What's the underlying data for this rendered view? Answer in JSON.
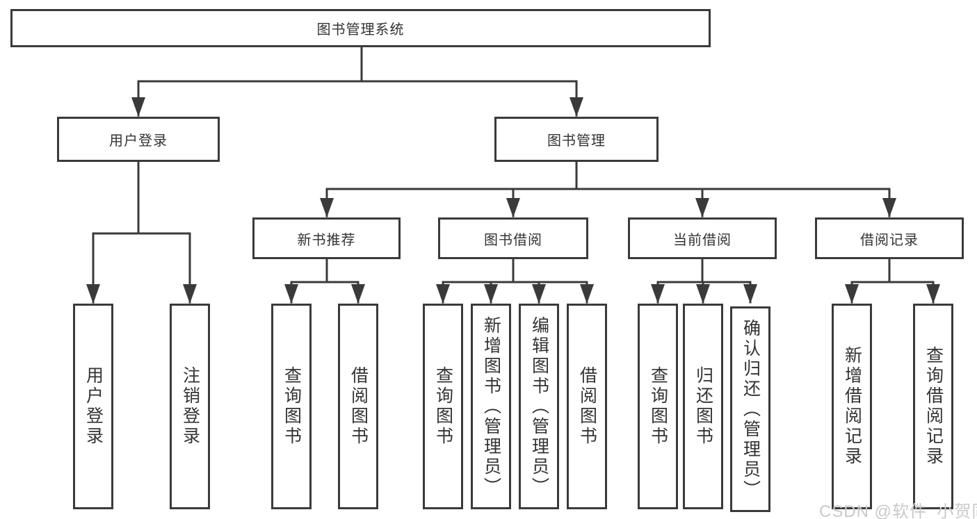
{
  "diagram": {
    "title": "图书管理系统",
    "root": {
      "label": "图书管理系统"
    },
    "level2": [
      {
        "label": "用户登录"
      },
      {
        "label": "图书管理"
      }
    ],
    "level3": [
      {
        "label": "新书推荐"
      },
      {
        "label": "图书借阅"
      },
      {
        "label": "当前借阅"
      },
      {
        "label": "借阅记录"
      }
    ],
    "leaves": [
      {
        "label": "用户登录",
        "parent": "用户登录"
      },
      {
        "label": "注销登录",
        "parent": "用户登录"
      },
      {
        "label": "查询图书",
        "parent": "新书推荐"
      },
      {
        "label": "借阅图书",
        "parent": "新书推荐"
      },
      {
        "label": "查询图书",
        "parent": "图书借阅"
      },
      {
        "label": "新增图书（管理员）",
        "parent": "图书借阅"
      },
      {
        "label": "编辑图书（管理员）",
        "parent": "图书借阅"
      },
      {
        "label": "借阅图书",
        "parent": "图书借阅"
      },
      {
        "label": "查询图书",
        "parent": "当前借阅"
      },
      {
        "label": "归还图书",
        "parent": "当前借阅"
      },
      {
        "label": "确认归还（管理员）",
        "parent": "当前借阅"
      },
      {
        "label": "新增借阅记录",
        "parent": "借阅记录"
      },
      {
        "label": "查询借阅记录",
        "parent": "借阅记录"
      }
    ]
  },
  "watermark": {
    "text": "CSDN @软件_小贺同学"
  },
  "colors": {
    "line": "#3a3a3a",
    "text": "#333333",
    "watermark": "#c9c9c9",
    "background": "#ffffff"
  }
}
